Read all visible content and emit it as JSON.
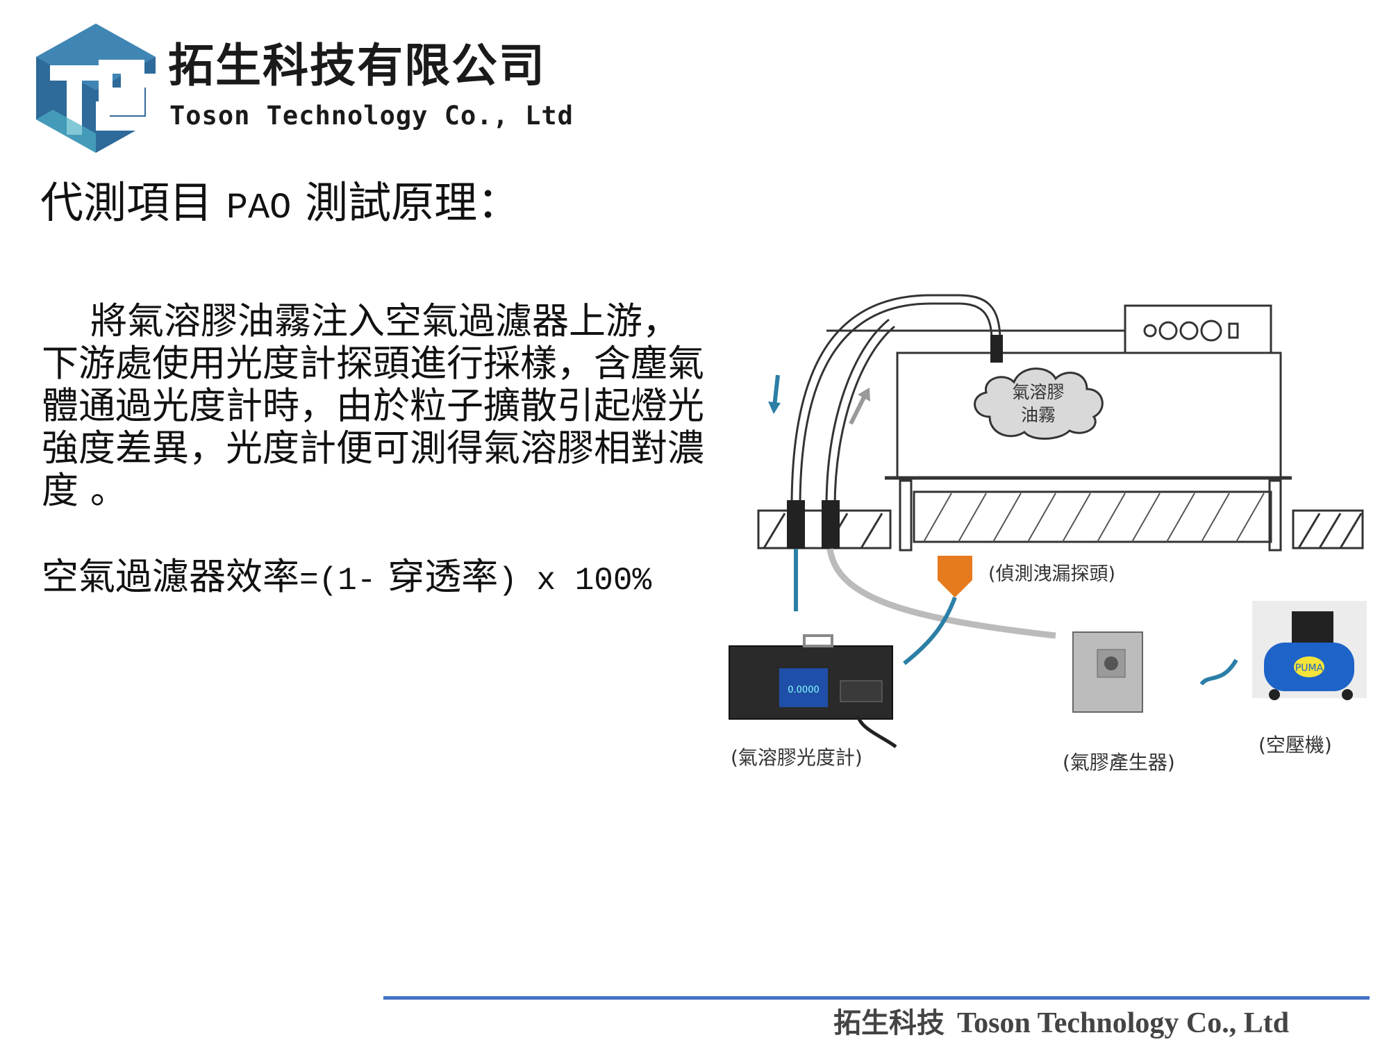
{
  "header": {
    "company_cn": "拓生科技有限公司",
    "company_en": "Toson Technology Co., Ltd",
    "logo_icon": "ts-hexagon-logo-icon",
    "logo_colors": [
      "#2e6a9a",
      "#1c4f86",
      "#4fb0c6"
    ]
  },
  "slide": {
    "title_prefix": "代測項目",
    "title_mono": "PAO",
    "title_suffix": "測試原理：",
    "paragraph": "將氣溶膠油霧注入空氣過濾器上游，下游處使用光度計探頭進行採樣，含塵氣體通過光度計時，由於粒子擴散引起燈光強度差異，光度計便可測得氣溶膠相對濃度 。",
    "formula_cn1": "空氣過濾器效率",
    "formula_mono1": "=(1-",
    "formula_cn2": "穿透率",
    "formula_mono2": ") x 100%"
  },
  "diagram": {
    "cloud_line1": "氣溶膠",
    "cloud_line2": "油霧",
    "probe_label": "(偵測洩漏探頭)",
    "photometer_label": "(氣溶膠光度計)",
    "generator_label": "(氣膠產生器)",
    "compressor_label": "(空壓機)",
    "photometer_display": "0.0000",
    "compressor_brand": "PUMA",
    "colors": {
      "probe": "#e57a1e",
      "hose": "#2b7fa6",
      "outline": "#333333",
      "compressor": "#1e63c8"
    }
  },
  "footer": {
    "company_cn": "拓生科技",
    "company_en": "Toson Technology Co., Ltd",
    "line_color": "#4472c4"
  }
}
